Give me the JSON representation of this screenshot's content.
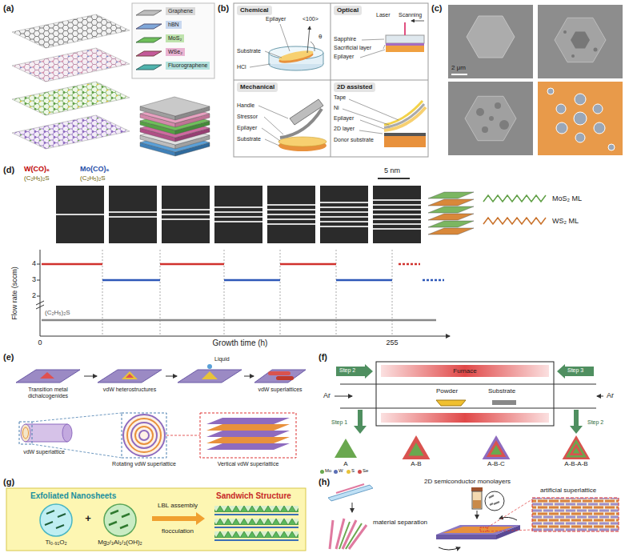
{
  "diagram": {
    "nodes": [
      {
        "text": [
          "Graphene"
        ]
      },
      {
        "text": [
          "hBN"
        ]
      },
      {
        "text": [
          "MoS₂"
        ]
      },
      {
        "text": [
          "WSe₂"
        ]
      },
      {
        "text": [
          "Fluorographene"
        ]
      },
      {
        "text": [
          "Chemical"
        ]
      },
      {
        "text": [
          "Optical"
        ]
      },
      {
        "text": [
          "Mechanical"
        ]
      },
      {
        "text": [
          "2D assisted"
        ]
      },
      {
        "text": [
          "Furnace"
        ]
      },
      {
        "text": [
          "Exfoliated Nanosheets",
          "Sandwich Structure"
        ]
      }
    ],
    "labels": [
      "(a)",
      "(b)",
      "Epilayer",
      "<100>",
      "Substrate",
      "HCl",
      "θ",
      "Laser",
      "Scanning",
      "Sapphire",
      "Sacrificial layer",
      "Epilayer",
      "Handle",
      "Stressor",
      "Epilayer",
      "Substrate",
      "Tape",
      "Ni",
      "Epilayer",
      "2D layer",
      "Donor substrate",
      "(c)",
      "2 μm",
      "(d)",
      "W(CO)₆",
      "(C₂H₅)₂S",
      "Mo(CO)₆",
      "(C₂H₅)₂S",
      "5 nm",
      "Flow rate (sccm)",
      "4",
      "3",
      "2",
      "(C₂H₅)₂S",
      "0",
      "Growth time (h)",
      "255",
      "(e)",
      "Transition metal dichalcogenides",
      "vdW heterostructures",
      "Liquid",
      "vdW superlattices",
      "vdW superlattice",
      "Rotating vdW superlattice",
      "Vertical vdW superlattice",
      "(f)",
      "Step 2",
      "Step 3",
      "Ar",
      "Ar",
      "Powder",
      "Substrate",
      "Step 1",
      "Step 2",
      "A",
      "A-B",
      "A-B-C",
      "A-B-A-B",
      "(g)",
      "Ti₀.₉₁O₂",
      "+",
      "Mg₂/₃Al₁/₃(OH)₂",
      "LBL assembly",
      "flocculation",
      "(h)",
      "material separation",
      "2D semiconductor monolayers",
      "artificial superlattice"
    ],
    "legend": [
      {
        "text": "MoS₂ ML"
      },
      {
        "text": "WS₂ ML"
      },
      {
        "text": "Mo",
        "color": "#6aa84f"
      },
      {
        "text": "W",
        "color": "#5b6fb5"
      },
      {
        "text": "S",
        "color": "#e8c33a"
      },
      {
        "text": "Se",
        "color": "#d04a4a"
      }
    ]
  }
}
